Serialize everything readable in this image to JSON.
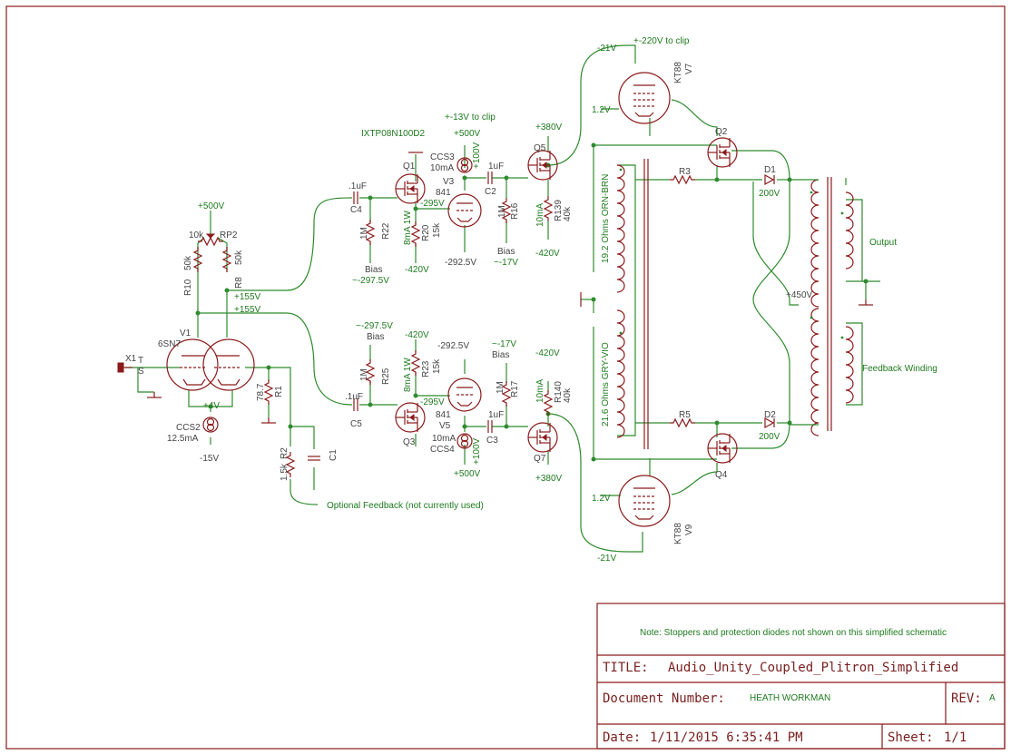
{
  "labels": {
    "ixtp": "IXTP08N100D2",
    "clip13": "+-13V to clip",
    "clip220": "+-220V to clip",
    "v500a": "+500V",
    "v500b": "+500V",
    "v500c": "+500V",
    "v380a": "+380V",
    "v380b": "+380V",
    "v420a": "-420V",
    "v420b": "-420V",
    "v420c": "-420V",
    "v420d": "-420V",
    "v2925a": "-292.5V",
    "v2925b": "-292.5V",
    "v295a": "-295V",
    "v295b": "-295V",
    "v100a": "+100V",
    "v100b": "+100V",
    "v155a": "+155V",
    "v155b": "+155V",
    "v4": "+4V",
    "v15": "-15V",
    "v21a": "-21V",
    "v21b": "-21V",
    "v12a": "1.2V",
    "v12b": "1.2V",
    "v450": "+450V",
    "bias1": "Bias",
    "bias1v": "~-297.5V",
    "bias2": "Bias",
    "bias2v": "~-17V",
    "bias3": "Bias",
    "bias3v": "~-297.5V",
    "bias4": "Bias",
    "bias4v": "~-17V",
    "ccs3": "CCS3",
    "ccs3i": "10mA",
    "ccs4": "CCS4",
    "ccs4i": "10mA",
    "ccs2": "CCS2",
    "ccs2i": "12.5mA",
    "v3": "V3",
    "v3t": "841",
    "v5": "V5",
    "v5t": "841",
    "q1": "Q1",
    "q3": "Q3",
    "q5": "Q5",
    "q7": "Q7",
    "q2": "Q2",
    "q4": "Q4",
    "c4": "C4",
    "c4v": ".1uF",
    "c5": "C5",
    "c5v": ".1uF",
    "c2": "C2",
    "c2v": "1uF",
    "c3": "C3",
    "c3v": "1uF",
    "c1": "C1",
    "r22": "R22",
    "r22v": "1M",
    "r25": "R25",
    "r25v": "1M",
    "r20": "R20",
    "r20v": "15k",
    "r20p": "8mA 1W",
    "r23": "R23",
    "r23v": "15k",
    "r23p": "8mA 1W",
    "r16": "R16",
    "r16v": "1M",
    "r17": "R17",
    "r17v": "1M",
    "r139": "R139",
    "r139v": "40k",
    "r139i": "10mA",
    "r140": "R140",
    "r140v": "40k",
    "r140i": "10mA",
    "rp2": "RP2",
    "rp2v": "10k",
    "r10": "R10",
    "r10v": "50k",
    "r8": "R8",
    "r8v": "50k",
    "r1": "R1",
    "r1v": "78.7",
    "r2": "R2",
    "r2v": "1.5k",
    "r3": "R3",
    "r5": "R5",
    "d1": "D1",
    "d1v": "200V",
    "d2": "D2",
    "d2v": "200V",
    "v1": "V1",
    "v1t": "6SN7",
    "x1": "X1",
    "x1t": "T",
    "x1s": "S",
    "v7": "V7",
    "v7t": "KT88",
    "v9": "V9",
    "v9t": "KT88",
    "ohm1": "19.2 Ohms ORN-BRN",
    "ohm2": "21.6 Ohms GRY-VIO",
    "output": "Output",
    "feedback_winding": "Feedback Winding",
    "optional_feedback": "Optional Feedback (not currently used)"
  },
  "title_block": {
    "note": "Note: Stoppers and protection diodes not shown on this simplified schematic",
    "title_label": "TITLE:",
    "title": "Audio_Unity_Coupled_Plitron_Simplified",
    "docnum_label": "Document Number:",
    "docnum": "HEATH WORKMAN",
    "rev_label": "REV:",
    "rev": "A",
    "date_label": "Date:",
    "date": "1/11/2015 6:35:41 PM",
    "sheet_label": "Sheet:",
    "sheet": "1/1"
  },
  "colors": {
    "wire": "#2e8b2e",
    "part": "#8b1a1a",
    "label": "#1e7a1e",
    "frame": "#8b1a1a"
  }
}
